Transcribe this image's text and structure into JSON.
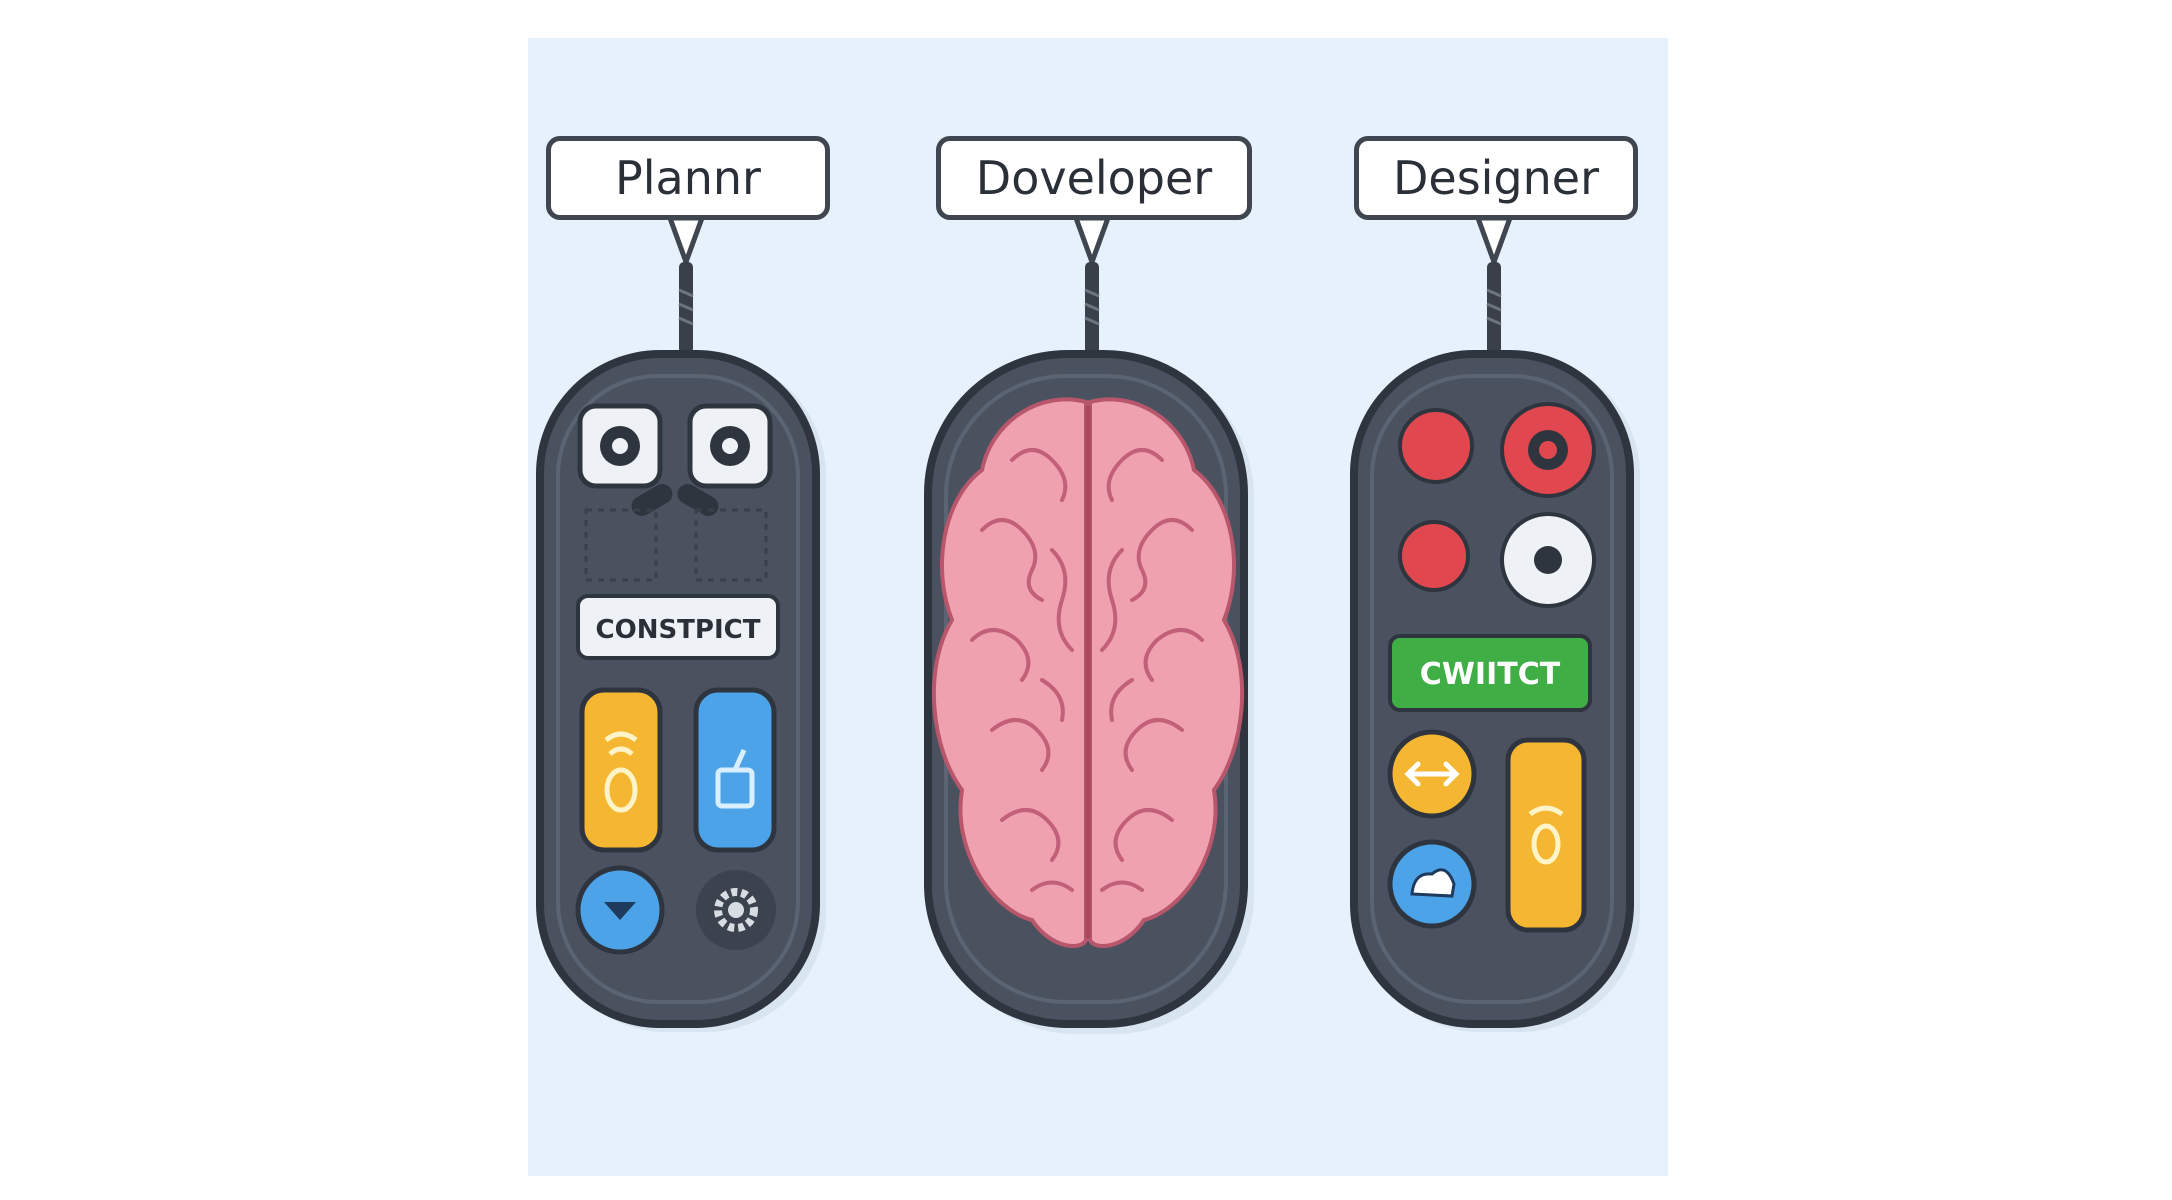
{
  "roles": {
    "planner": {
      "label": "Plannr",
      "screen_label": "CONSTPICT"
    },
    "developer": {
      "label": "Doveloper"
    },
    "designer": {
      "label": "Designer",
      "screen_label": "CWIITCT"
    }
  },
  "colors": {
    "background": "#e6f1fb",
    "device_body": "#4a5260",
    "device_outline": "#2f353f",
    "accent_yellow": "#f5b731",
    "accent_blue": "#4da3e8",
    "accent_red": "#e0474f",
    "accent_green": "#3fae45",
    "brain_pink": "#f0a1b0"
  },
  "icons": [
    "gear-icon",
    "bell-icon",
    "cup-icon",
    "down-arrow-icon",
    "record-icon",
    "arrows-icon",
    "cloud-icon",
    "brain-icon"
  ]
}
